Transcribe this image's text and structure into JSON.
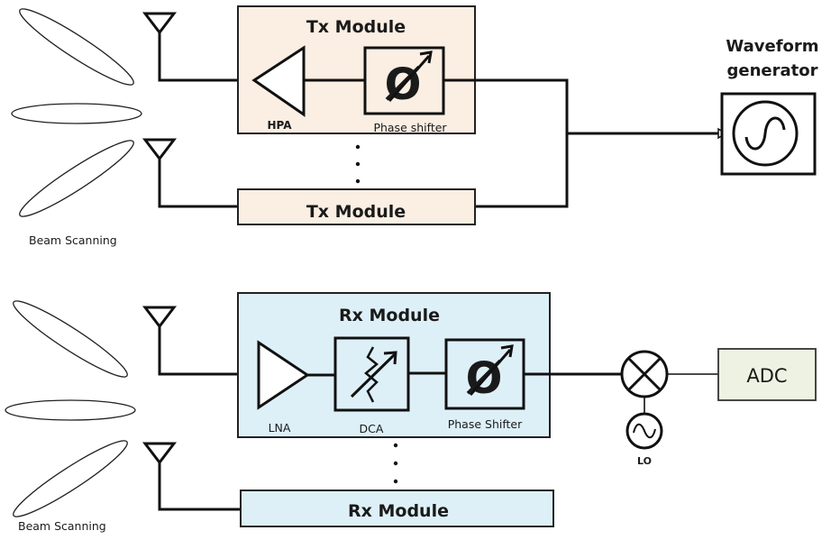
{
  "diagram": {
    "title": "Phased array Tx/Rx beam scanning block diagram",
    "colors": {
      "tx_module_fill": "#fbeee3",
      "rx_module_fill": "#ddf0f8",
      "adc_fill": "#eef2e2",
      "line": "#111111"
    },
    "tx": {
      "module_label": "Tx Module",
      "module_label_2": "Tx Module",
      "hpa_label": "HPA",
      "phase_shifter_label": "Phase shifter",
      "phase_symbol": "Ø",
      "ellipsis": "⋮",
      "beam_label": "Beam Scanning"
    },
    "waveform_generator": {
      "label_line1": "Waveform",
      "label_line2": "generator"
    },
    "rx": {
      "module_label": "Rx Module",
      "module_label_2": "Rx Module",
      "lna_label": "LNA",
      "dca_label": "DCA",
      "phase_shifter_label": "Phase Shifter",
      "phase_symbol": "Ø",
      "ellipsis": "⋮",
      "beam_label": "Beam Scanning"
    },
    "mixer": {
      "symbol": "mixer-icon"
    },
    "lo": {
      "label": "LO"
    },
    "adc": {
      "label": "ADC"
    }
  }
}
